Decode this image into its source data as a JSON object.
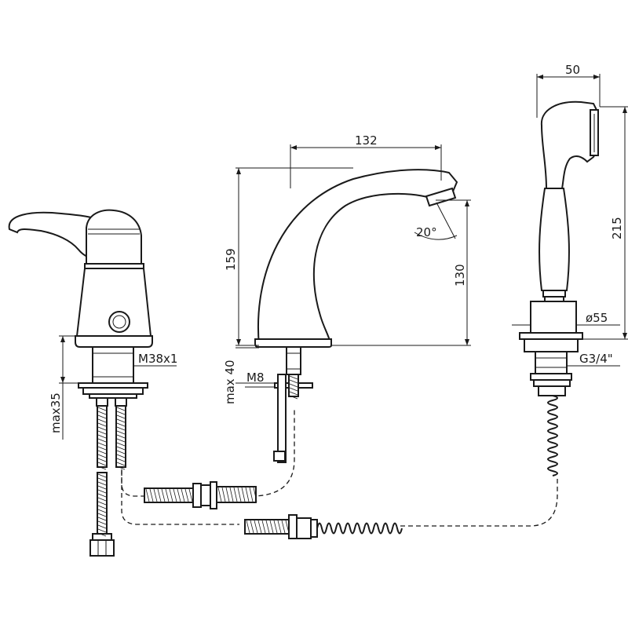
{
  "labels": {
    "handshower_width": "50",
    "spout_reach": "132",
    "spout_height": "159",
    "spout_angle": "20°",
    "spout_outlet_height": "130",
    "handshower_height": "215",
    "handshower_base_dia": "ø55",
    "handshower_thread": "G3/4\"",
    "mixer_thread": "M38x1",
    "mixer_max_deck": "max35",
    "spout_max_deck": "max 40",
    "spout_thread": "M8"
  },
  "colors": {
    "line": "#1a1a1a",
    "background": "#ffffff"
  }
}
